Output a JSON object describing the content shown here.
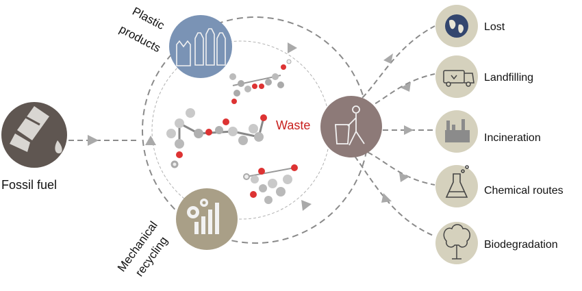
{
  "source": {
    "label": "Fossil fuel",
    "icon": "oil-barrel-icon"
  },
  "cycle": {
    "products_label_line1": "Plastic",
    "products_label_line2": "products",
    "products_icon": "plastic-bottles-bag-icon",
    "waste_label": "Waste",
    "waste_icon": "person-trash-bin-icon",
    "recycling_label_line1": "Mechanical",
    "recycling_label_line2": "recycling",
    "recycling_icon": "gears-bars-icon",
    "molecule_icon": "ball-and-stick-molecule"
  },
  "outcomes": [
    {
      "label": "Lost",
      "icon": "globe-icon"
    },
    {
      "label": "Landfilling",
      "icon": "garbage-truck-icon"
    },
    {
      "label": "Incineration",
      "icon": "factory-icon"
    },
    {
      "label": "Chemical routes",
      "icon": "flask-icon"
    },
    {
      "label": "Biodegradation",
      "icon": "tree-icon"
    }
  ],
  "colors": {
    "products_circle": "#7a93b5",
    "waste_circle": "#8d7a78",
    "recycling_circle": "#a99f87",
    "fossil_circle": "#5f5651",
    "outcome_circle": "#d5d1bd",
    "waste_text": "#c8201e",
    "dashes": "#8a8a8a"
  }
}
